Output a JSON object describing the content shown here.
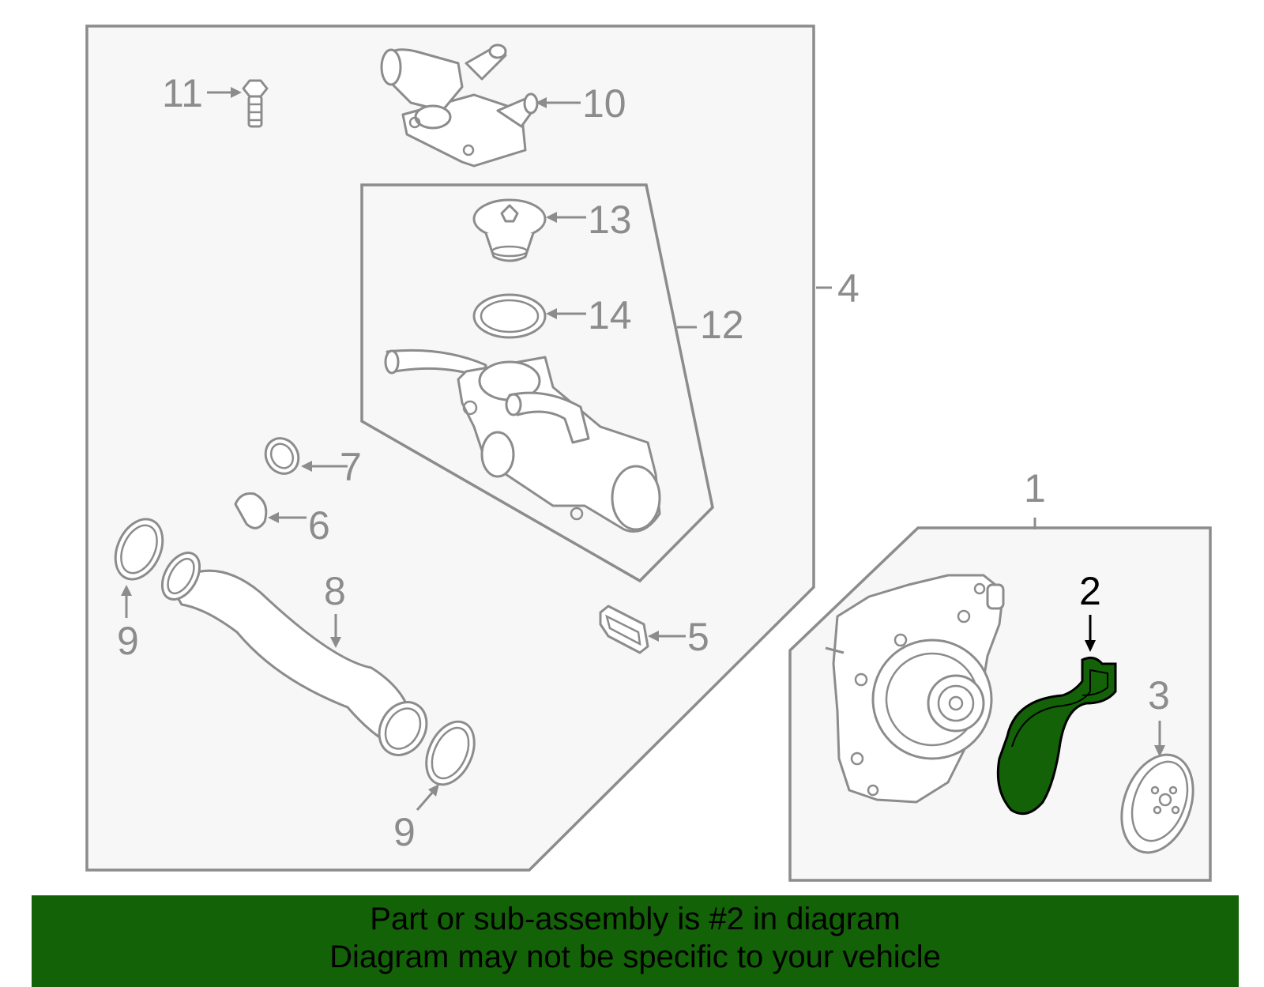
{
  "diagram": {
    "callouts": {
      "c1": "1",
      "c2": "2",
      "c3": "3",
      "c4": "4",
      "c5": "5",
      "c6": "6",
      "c7": "7",
      "c8": "8",
      "c9a": "9",
      "c9b": "9",
      "c10": "10",
      "c11": "11",
      "c12": "12",
      "c13": "13",
      "c14": "14"
    },
    "highlighted_part": "2",
    "colors": {
      "outline": "#8c8c8c",
      "frame_fill": "#f7f7f7",
      "highlight": "#136207",
      "banner": "#136207"
    }
  },
  "banner": {
    "line1": "Part or sub-assembly is #2 in diagram",
    "line2": "Diagram may not be specific to your vehicle"
  }
}
